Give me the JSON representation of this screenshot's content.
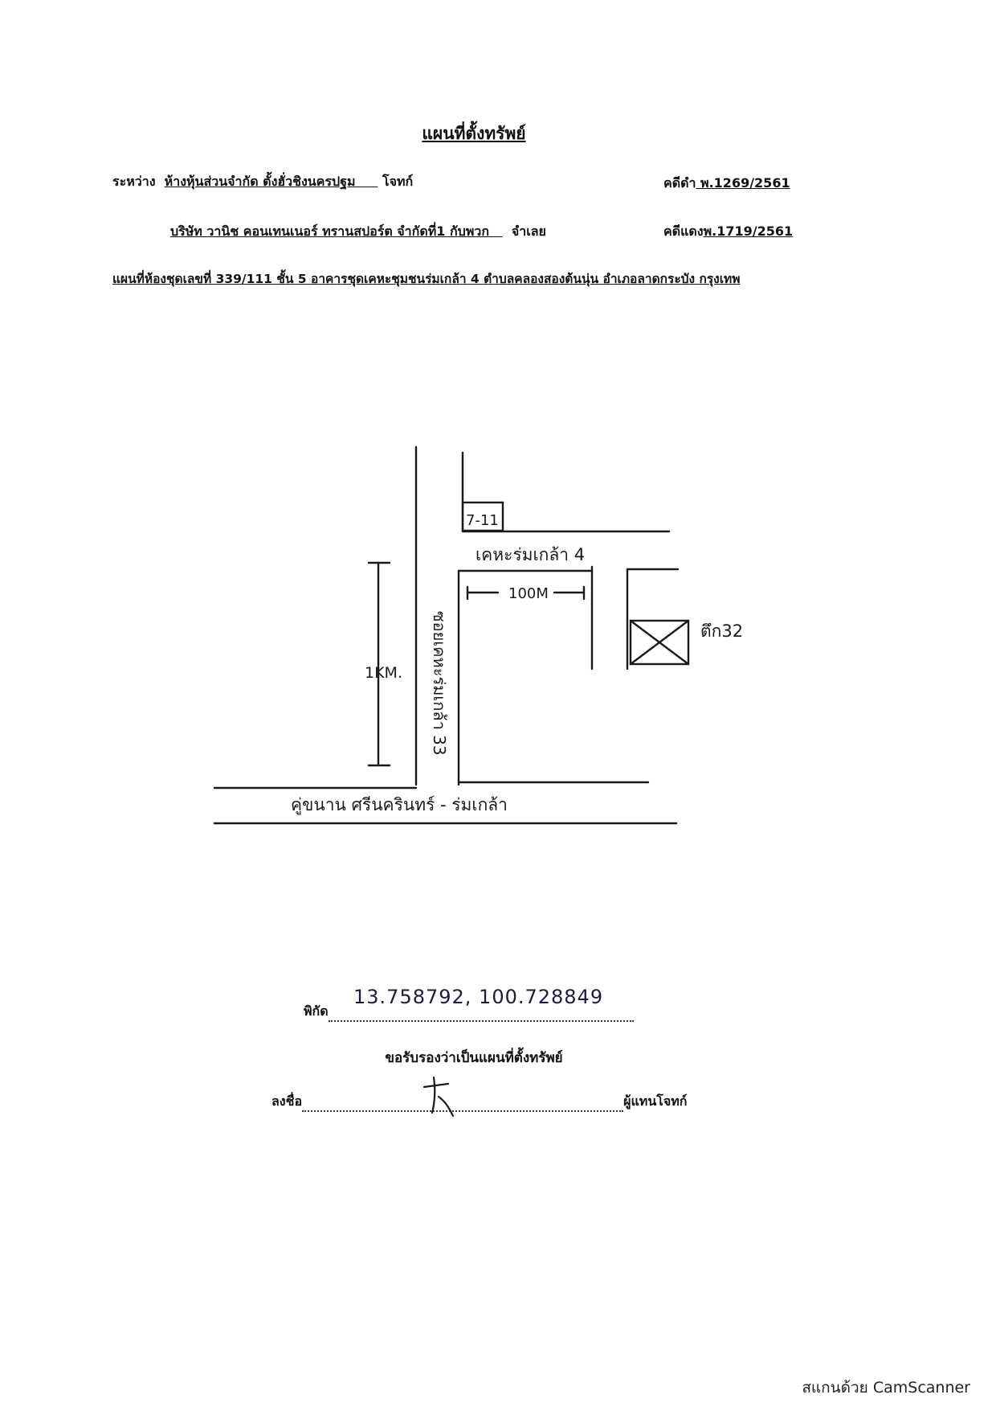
{
  "header": {
    "title": "แผนที่ตั้งทรัพย์"
  },
  "parties": {
    "between_label": "ระหว่าง",
    "plaintiff_name": "ห้างหุ้นส่วนจำกัด ตั้งฮั่วชิงนครปฐม",
    "plaintiff_role": "โจทก์",
    "defendant_name": "บริษัท วานิช คอนเทนเนอร์ ทรานสปอร์ต จำกัดที่1 กับพวก",
    "defendant_role": "จำเลย",
    "black_case_label": "คดีดำ",
    "black_case_no": "พ.1269/2561",
    "red_case_label": "คดีแดง",
    "red_case_no": "พ.1719/2561"
  },
  "subject": "แผนที่ห้องชุดเลขที่ 339/111 ชั้น 5 อาคารชุดเคหะชุมชนร่มเกล้า 4  ตำบลคลองสองต้นนุ่น  อำเภอลาดกระบัง  กรุงเทพ",
  "map": {
    "label_7_11": "7-11",
    "label_kheha": "เคหะร่มเกล้า 4",
    "label_100m": "100M",
    "label_building": "ตึก32",
    "label_1km": "1KM.",
    "label_soi": "ซอยเคหะร่มเกล้า 33",
    "label_main_road": "คู่ขนาน ศรีนครินทร์ - ร่มเกล้า"
  },
  "coordinates": {
    "label": "พิกัด",
    "value": "13.758792, 100.728849"
  },
  "certify_text": "ขอรับรองว่าเป็นแผนที่ตั้งทรัพย์",
  "signature": {
    "label": "ลงชื่อ",
    "role": "ผู้แทนโจทก์"
  },
  "footer": "สแกนด้วย CamScanner"
}
